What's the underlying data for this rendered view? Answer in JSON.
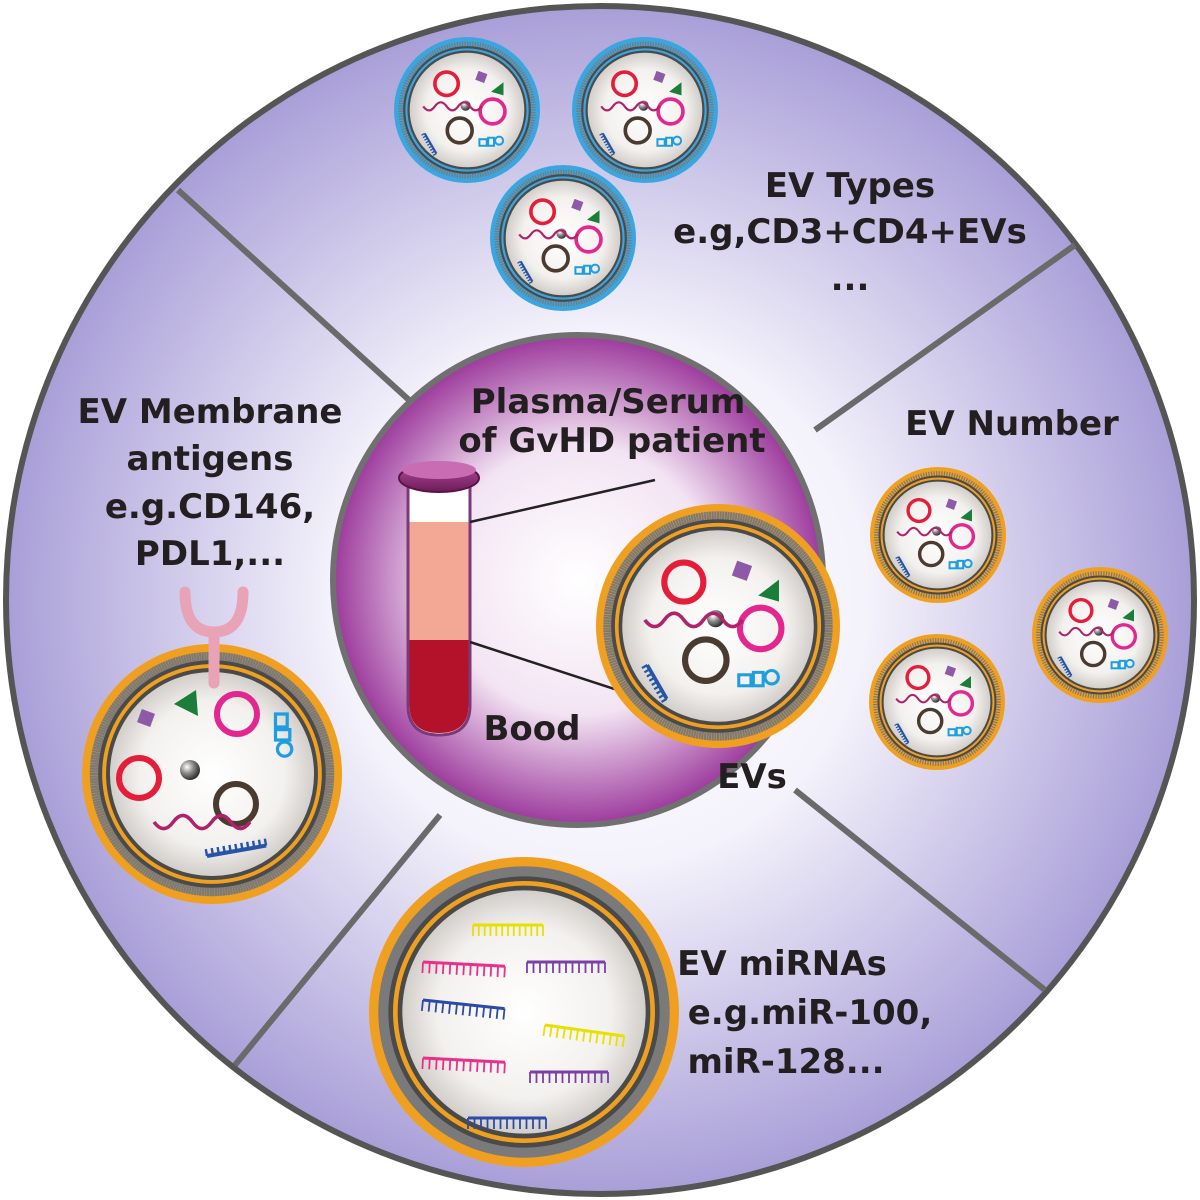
{
  "center": {
    "title_line1": "Plasma/Serum",
    "title_line2": "of GvHD patient",
    "tube_label": "Bood",
    "ev_label": "EVs"
  },
  "sections": {
    "types": {
      "line1": "EV Types",
      "line2": "e.g,CD3+CD4+EVs",
      "line3": "..."
    },
    "number": {
      "line1": "EV Number"
    },
    "membrane": {
      "line1": "EV Membrane",
      "line2": "antigens",
      "line3": "e.g.CD146,",
      "line4": "PDL1,..."
    },
    "mirna": {
      "line1": "EV miRNAs",
      "line2": "e.g.miR-100,",
      "line3": "miR-128..."
    }
  },
  "colors": {
    "ring_fill": "#d9d3ee",
    "ring_border": "#5a5a5a",
    "center_fill": "#c57bc7",
    "membrane_orange": "#f0a020",
    "membrane_blue": "#3aa6e0",
    "blood": "#b3122a",
    "plasma": "#f2a895",
    "tube_cap": "#8a2470",
    "red_ring": "#e41e3a",
    "pink_ring": "#e3278f",
    "brown_ring": "#4a3a30",
    "purple_square": "#8e5aa8",
    "green_triangle": "#1a7d3a",
    "dna_blue": "#2554a8",
    "cyan_rna": "#1e9ee0",
    "magenta_rna": "#b0226a",
    "mirna_yellow": "#e8e000",
    "mirna_pink": "#e8308a",
    "mirna_purple": "#7b3fa8",
    "mirna_blue": "#2c4aa8"
  }
}
